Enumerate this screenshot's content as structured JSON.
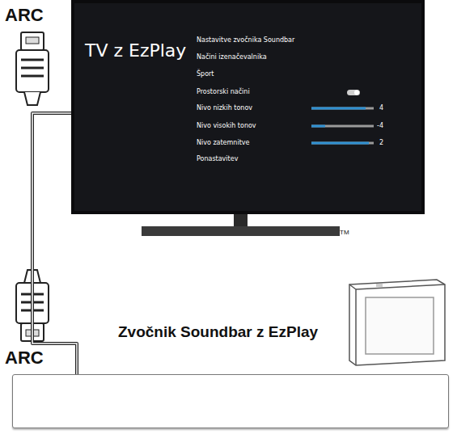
{
  "diagram": {
    "nodes": [
      {
        "text": [
          "TV z EzPlay",
          "Nastavitve zvočnika Soundbar",
          "Načini izenačevalnika",
          "Šport",
          "Prostorski načini",
          "Nivo nizkih tonov",
          "4",
          "Nivo visokih tonov",
          "-4",
          "Nivo zatemnitve",
          "2",
          "Ponastavitev"
        ]
      },
      {
        "text": [
          "Zvočnik Soundbar z EzPlay"
        ]
      }
    ],
    "edges": [
      {
        "from": 0,
        "to": 1,
        "arrow": "none"
      }
    ],
    "labels": [
      "ARC",
      "ARC",
      "TM"
    ]
  }
}
